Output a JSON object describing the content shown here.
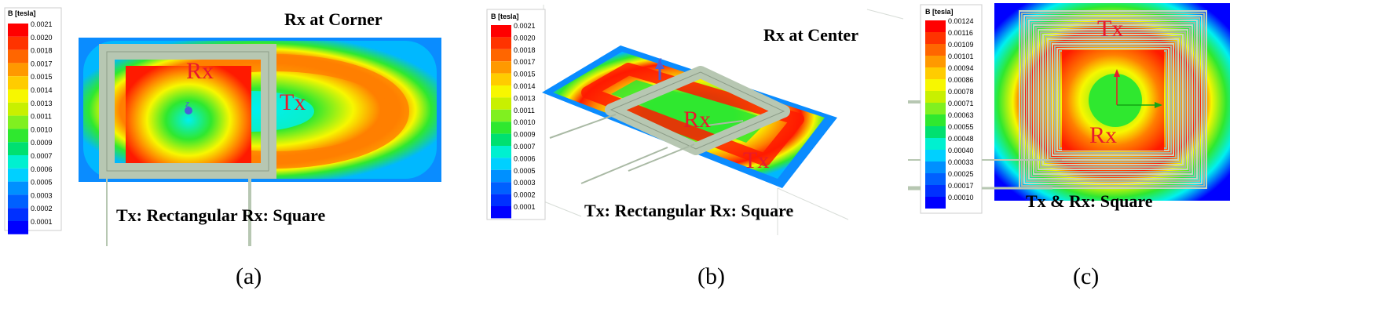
{
  "colors": {
    "red": "#ff1a00",
    "orange": "#ff7f00",
    "yellow": "#f7f700",
    "green": "#2fe82f",
    "cyan": "#00f0f0",
    "blue": "#0000ff",
    "coil": "#b7c7b2",
    "label_red": "#e8192c"
  },
  "panels": [
    {
      "caption": "(a)",
      "title": "Rx at Corner",
      "subtitle": "Tx: Rectangular  Rx: Square",
      "tx_label": "Tx",
      "rx_label": "Rx",
      "axis_label": "z",
      "legend": {
        "title": "B [tesla]",
        "ticks": [
          "0.0021",
          "0.0020",
          "0.0018",
          "0.0017",
          "0.0015",
          "0.0014",
          "0.0013",
          "0.0011",
          "0.0010",
          "0.0009",
          "0.0007",
          "0.0006",
          "0.0005",
          "0.0003",
          "0.0002",
          "0.0001"
        ]
      }
    },
    {
      "caption": "(b)",
      "title": "Rx at Center",
      "subtitle": "Tx: Rectangular  Rx: Square",
      "tx_label": "Tx",
      "rx_label": "Rx",
      "axis_label": "z",
      "legend": {
        "title": "B [tesla]",
        "ticks": [
          "0.0021",
          "0.0020",
          "0.0018",
          "0.0017",
          "0.0015",
          "0.0014",
          "0.0013",
          "0.0011",
          "0.0010",
          "0.0009",
          "0.0007",
          "0.0006",
          "0.0005",
          "0.0003",
          "0.0002",
          "0.0001"
        ]
      }
    },
    {
      "caption": "(c)",
      "title": "",
      "subtitle": "Tx & Rx: Square",
      "tx_label": "Tx",
      "rx_label": "Rx",
      "legend": {
        "title": "B [tesla]",
        "ticks": [
          "0.00124",
          "0.00116",
          "0.00109",
          "0.00101",
          "0.00094",
          "0.00086",
          "0.00078",
          "0.00071",
          "0.00063",
          "0.00055",
          "0.00048",
          "0.00040",
          "0.00033",
          "0.00025",
          "0.00017",
          "0.00010"
        ]
      }
    }
  ]
}
